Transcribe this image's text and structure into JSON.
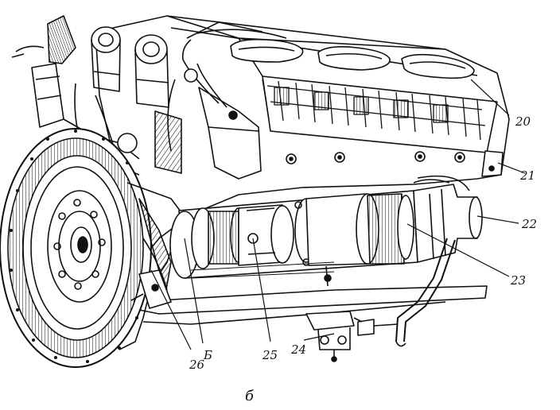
{
  "callouts": {
    "c20": "20",
    "c21": "21",
    "c22": "22",
    "c23": "23",
    "c24": "24",
    "c25": "25",
    "cB": "Б",
    "c26": "26"
  },
  "caption": "б",
  "colors": {
    "ink": "#111111",
    "paper": "#ffffff"
  }
}
